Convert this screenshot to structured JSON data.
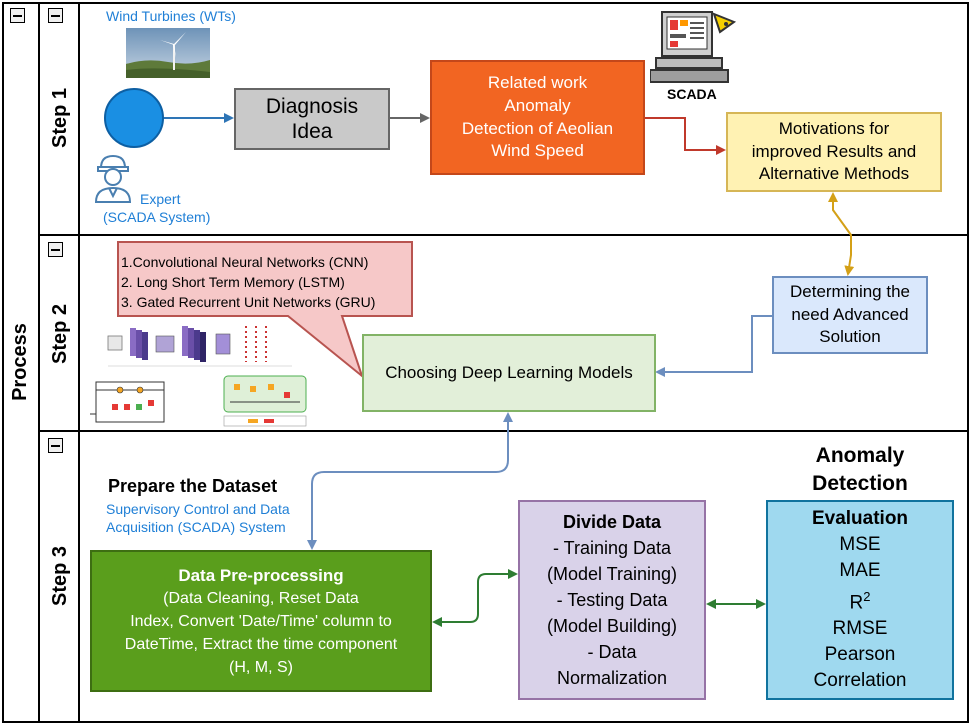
{
  "process_label": "Process",
  "steps": {
    "step1": "Step 1",
    "step2": "Step 2",
    "step3": "Step 3"
  },
  "step1": {
    "wind_turbines_label": "Wind Turbines (WTs)",
    "expert_label_1": "Expert",
    "expert_label_2": "(SCADA System)",
    "diagnosis_idea": [
      "Diagnosis",
      "Idea"
    ],
    "related_work": [
      "Related work",
      "Anomaly",
      "Detection of Aeolian",
      "Wind Speed"
    ],
    "scada_label": "SCADA",
    "motivations": [
      "Motivations for",
      "improved Results and",
      "Alternative Methods"
    ]
  },
  "step2": {
    "models_callout": [
      "1.Convolutional Neural Networks (CNN)",
      "2. Long Short Term Memory (LSTM)",
      "3. Gated Recurrent Unit Networks (GRU)"
    ],
    "choosing_models": "Choosing Deep Learning Models",
    "determining": [
      "Determining the",
      "need Advanced",
      "Solution"
    ]
  },
  "step3": {
    "prepare_title": "Prepare the Dataset",
    "prepare_sub": [
      "Supervisory Control and Data",
      "Acquisition (SCADA) System"
    ],
    "preprocessing_title": "Data Pre-processing",
    "preprocessing_body": [
      "(Data Cleaning, Reset Data",
      "Index, Convert 'Date/Time' column to",
      "DateTime, Extract the time component",
      "(H, M, S)"
    ],
    "divide_title": "Divide Data",
    "divide_body": [
      "- Training Data",
      "(Model Training)",
      "- Testing Data",
      "(Model Building)",
      "- Data",
      "Normalization"
    ],
    "anomaly_title": [
      "Anomaly",
      "Detection"
    ],
    "evaluation_title": "Evaluation",
    "evaluation_metrics": [
      "MSE",
      "MAE",
      "R",
      "RMSE",
      "Pearson",
      "Correlation"
    ],
    "r2_superscript": "2"
  },
  "colors": {
    "orange": "#f26522",
    "green": "#5a9e1c",
    "yellow_box": "#fff2b3",
    "light_green_box": "#e2efd9",
    "lavender_box": "#d9d2e9",
    "light_blue_box": "#9fd9ef",
    "pink_callout": "#f6c8c8",
    "gray_box": "#c9c9c9",
    "blue_circle": "#1a8fe3"
  }
}
